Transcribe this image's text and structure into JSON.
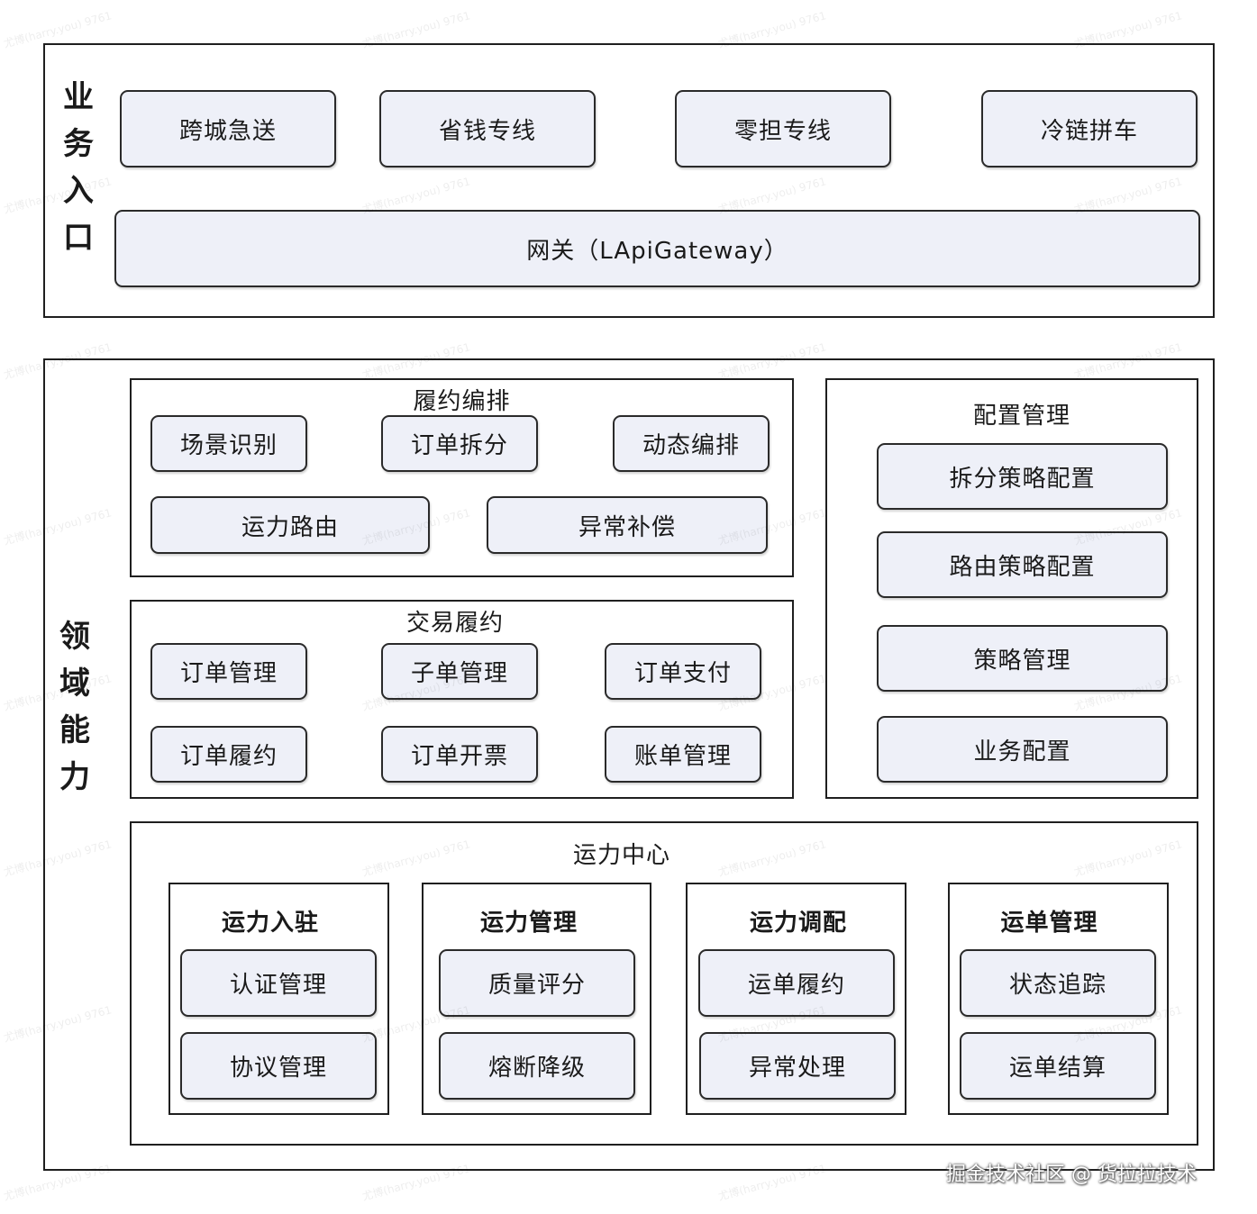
{
  "business_entry": {
    "title_chars": [
      "业",
      "务",
      "入",
      "口"
    ],
    "products": [
      "跨城急送",
      "省钱专线",
      "零担专线",
      "冷链拼车"
    ],
    "gateway": "网关（LApiGateway）"
  },
  "domain_capability": {
    "title_chars": [
      "领",
      "域",
      "能",
      "力"
    ],
    "orchestration": {
      "title": "履约编排",
      "row1": [
        "场景识别",
        "订单拆分",
        "动态编排"
      ],
      "row2": [
        "运力路由",
        "异常补偿"
      ]
    },
    "trade": {
      "title": "交易履约",
      "row1": [
        "订单管理",
        "子单管理",
        "订单支付"
      ],
      "row2": [
        "订单履约",
        "订单开票",
        "账单管理"
      ]
    },
    "config": {
      "title": "配置管理",
      "items": [
        "拆分策略配置",
        "路由策略配置",
        "策略管理",
        "业务配置"
      ]
    },
    "capacity_center": {
      "title": "运力中心",
      "groups": [
        {
          "title": "运力入驻",
          "items": [
            "认证管理",
            "协议管理"
          ]
        },
        {
          "title": "运力管理",
          "items": [
            "质量评分",
            "熔断降级"
          ]
        },
        {
          "title": "运力调配",
          "items": [
            "运单履约",
            "异常处理"
          ]
        },
        {
          "title": "运单管理",
          "items": [
            "状态追踪",
            "运单结算"
          ]
        }
      ]
    }
  },
  "watermark": "尤博(harry.you) 9761",
  "credit": "掘金技术社区 @ 货拉拉技术"
}
